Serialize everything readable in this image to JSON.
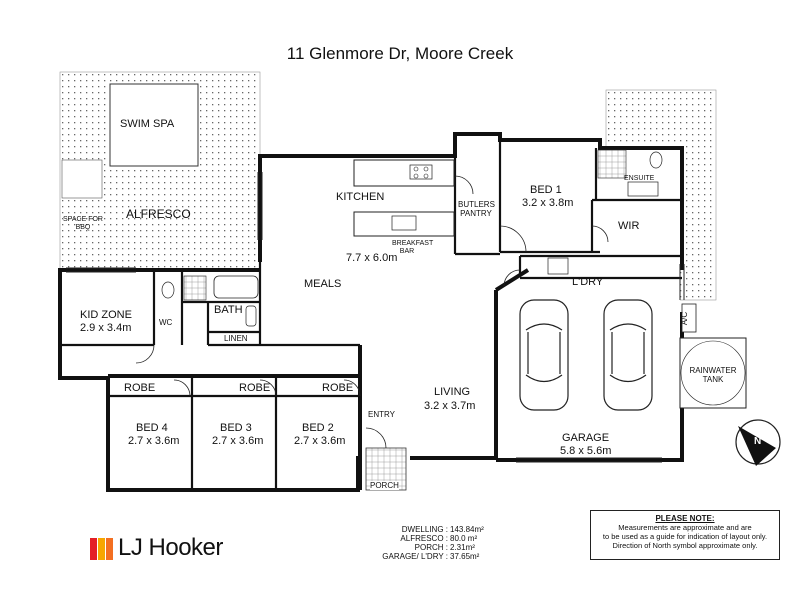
{
  "address": "11 Glenmore Dr, Moore Creek",
  "rooms": {
    "swim_spa": "SWIM SPA",
    "alfresco": "ALFRESCO",
    "bbq": "SPACE FOR BBQ",
    "kitchen": "KITCHEN",
    "butlers": "BUTLERS PANTRY",
    "breakfast": "BREAKFAST BAR",
    "kitchen_size": "7.7 x 6.0m",
    "meals": "MEALS",
    "bed1": "BED 1",
    "bed1_size": "3.2 x 3.8m",
    "ensuite": "ENSUITE",
    "wir": "WIR",
    "ldry": "L'DRY",
    "kidzone": "KID ZONE",
    "kidzone_size": "2.9 x 3.4m",
    "wc": "WC",
    "bath": "BATH",
    "linen": "LINEN",
    "robe": "ROBE",
    "bed4": "BED 4",
    "bed4_size": "2.7 x 3.6m",
    "bed3": "BED 3",
    "bed3_size": "2.7 x 3.6m",
    "bed2": "BED 2",
    "bed2_size": "2.7 x 3.6m",
    "living": "LIVING",
    "living_size": "3.2 x 3.7m",
    "entry": "ENTRY",
    "porch": "PORCH",
    "garage": "GARAGE",
    "garage_size": "5.8 x 5.6m",
    "ac": "A/C",
    "tank": "RAINWATER TANK",
    "north": "N"
  },
  "areas": [
    {
      "label": "DWELLING",
      "value": "143.84m²"
    },
    {
      "label": "ALFRESCO",
      "value": "80.0  m²"
    },
    {
      "label": "PORCH",
      "value": "2.31m²"
    },
    {
      "label": "GARAGE/ L'DRY",
      "value": "37.65m²"
    }
  ],
  "note": {
    "heading": "PLEASE NOTE:",
    "line1": "Measurements are approximate and are",
    "line2": "to be used as a guide for indication of layout only.",
    "line3": "Direction of North symbol approximate only."
  },
  "brand": {
    "name": "LJ Hooker",
    "colors": [
      "#e41f26",
      "#f7a600",
      "#f36f21"
    ]
  }
}
